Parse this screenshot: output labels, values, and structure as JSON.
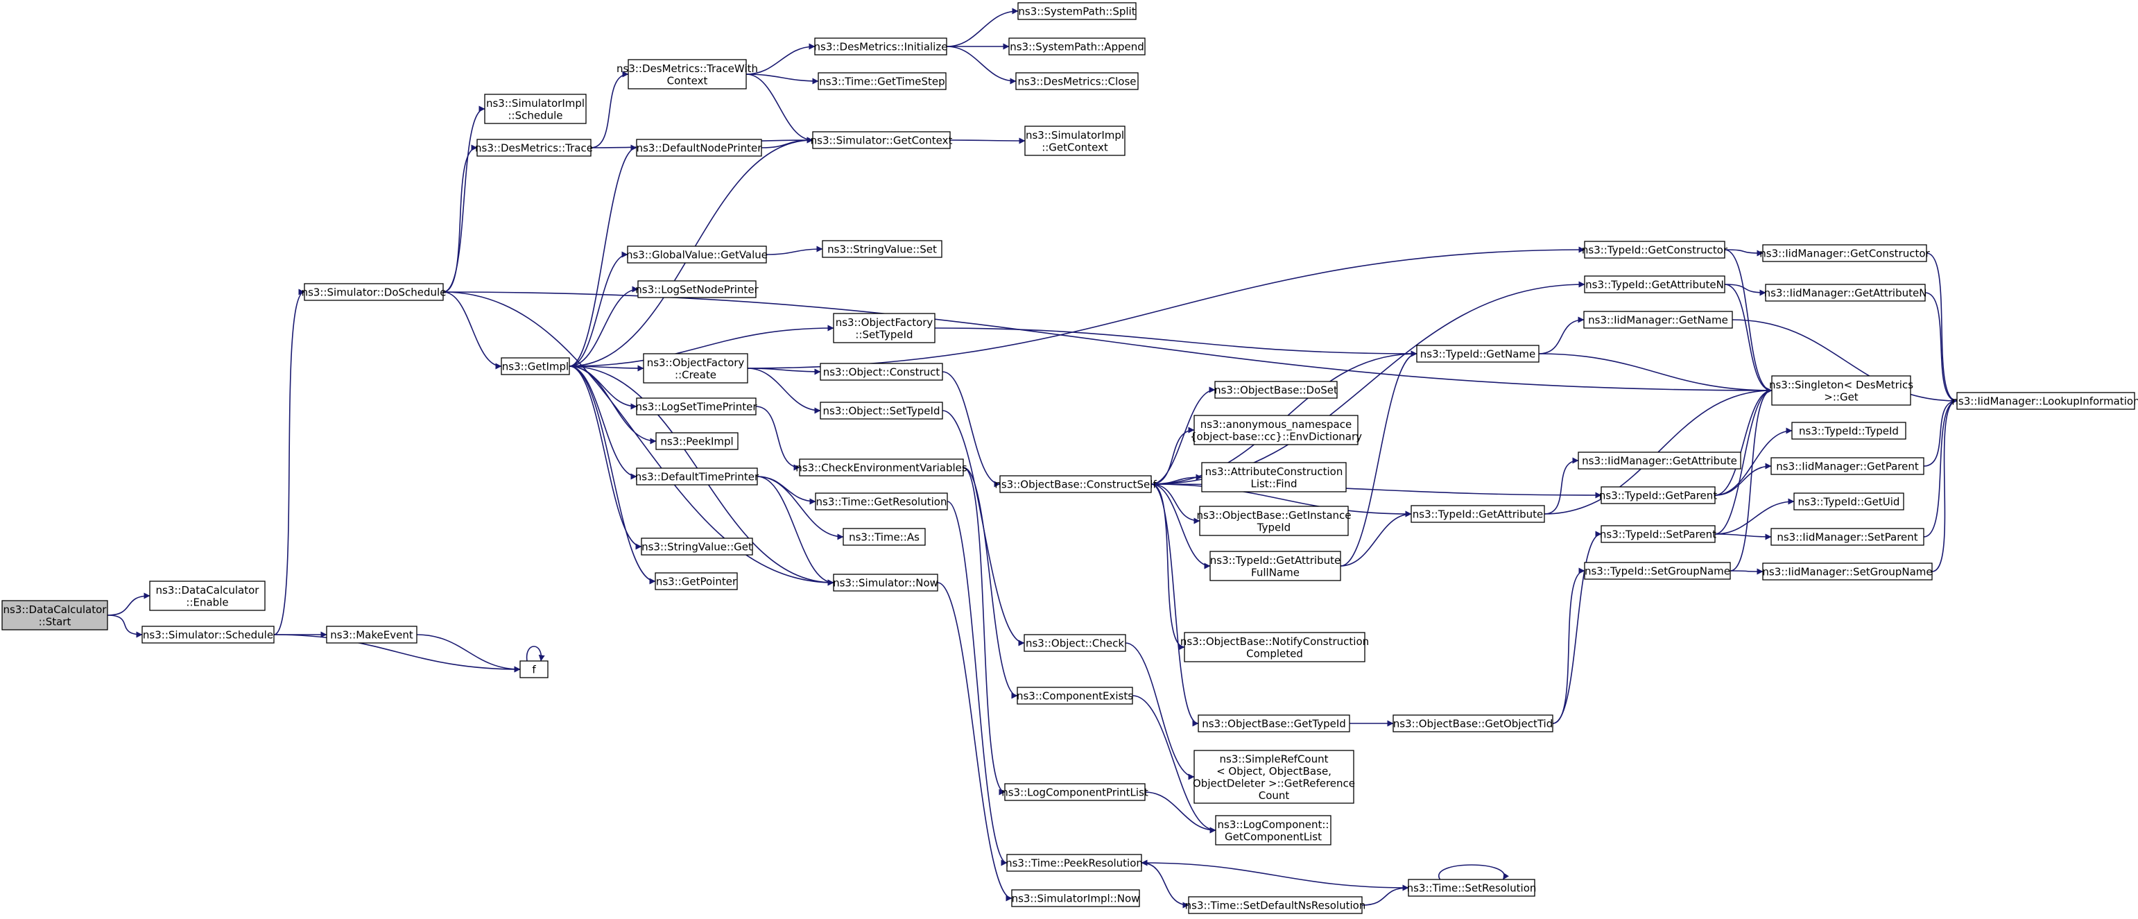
{
  "graph": {
    "title": "",
    "edge_color": "#191970",
    "root_fill": "#bfbfbf",
    "nodes": [
      {
        "id": "start",
        "lines": [
          "ns3::DataCalculator",
          "::Start"
        ],
        "root": true
      },
      {
        "id": "enable",
        "lines": [
          "ns3::DataCalculator",
          "::Enable"
        ]
      },
      {
        "id": "schedule",
        "lines": [
          "ns3::Simulator::Schedule"
        ]
      },
      {
        "id": "doschedule",
        "lines": [
          "ns3::Simulator::DoSchedule"
        ]
      },
      {
        "id": "makeevent",
        "lines": [
          "ns3::MakeEvent"
        ]
      },
      {
        "id": "f",
        "lines": [
          "f"
        ]
      },
      {
        "id": "simimplschedule",
        "lines": [
          "ns3::SimulatorImpl",
          "::Schedule"
        ]
      },
      {
        "id": "desmetricstrace",
        "lines": [
          "ns3::DesMetrics::Trace"
        ]
      },
      {
        "id": "getimpl",
        "lines": [
          "ns3::GetImpl"
        ]
      },
      {
        "id": "tracewithcontext",
        "lines": [
          "ns3::DesMetrics::TraceWith",
          "Context"
        ]
      },
      {
        "id": "defaultnodeprinter",
        "lines": [
          "ns3::DefaultNodePrinter"
        ]
      },
      {
        "id": "globalvalueget",
        "lines": [
          "ns3::GlobalValue::GetValue"
        ]
      },
      {
        "id": "logsetnodeprinter",
        "lines": [
          "ns3::LogSetNodePrinter"
        ]
      },
      {
        "id": "objfactorycreate",
        "lines": [
          "ns3::ObjectFactory",
          "::Create"
        ]
      },
      {
        "id": "logsettimeprinter",
        "lines": [
          "ns3::LogSetTimePrinter"
        ]
      },
      {
        "id": "peekimpl",
        "lines": [
          "ns3::PeekImpl"
        ]
      },
      {
        "id": "defaulttimeprinter",
        "lines": [
          "ns3::DefaultTimePrinter"
        ]
      },
      {
        "id": "stringvalueget",
        "lines": [
          "ns3::StringValue::Get"
        ]
      },
      {
        "id": "getpointer",
        "lines": [
          "ns3::GetPointer"
        ]
      },
      {
        "id": "desinit",
        "lines": [
          "ns3::DesMetrics::Initialize"
        ]
      },
      {
        "id": "gettimestep",
        "lines": [
          "ns3::Time::GetTimeStep"
        ]
      },
      {
        "id": "simgetcontext",
        "lines": [
          "ns3::Simulator::GetContext"
        ]
      },
      {
        "id": "stringvalueset",
        "lines": [
          "ns3::StringValue::Set"
        ]
      },
      {
        "id": "objfactorysettypeid",
        "lines": [
          "ns3::ObjectFactory",
          "::SetTypeId"
        ]
      },
      {
        "id": "objconstruct",
        "lines": [
          "ns3::Object::Construct"
        ]
      },
      {
        "id": "objsettypeid",
        "lines": [
          "ns3::Object::SetTypeId"
        ]
      },
      {
        "id": "checkenv",
        "lines": [
          "ns3::CheckEnvironmentVariables"
        ]
      },
      {
        "id": "timegetres",
        "lines": [
          "ns3::Time::GetResolution"
        ]
      },
      {
        "id": "timeas",
        "lines": [
          "ns3::Time::As"
        ]
      },
      {
        "id": "simnow",
        "lines": [
          "ns3::Simulator::Now"
        ]
      },
      {
        "id": "syspathsplit",
        "lines": [
          "ns3::SystemPath::Split"
        ]
      },
      {
        "id": "syspathappend",
        "lines": [
          "ns3::SystemPath::Append"
        ]
      },
      {
        "id": "desclose",
        "lines": [
          "ns3::DesMetrics::Close"
        ]
      },
      {
        "id": "simimplgetcontext",
        "lines": [
          "ns3::SimulatorImpl",
          "::GetContext"
        ]
      },
      {
        "id": "constructself",
        "lines": [
          "ns3::ObjectBase::ConstructSelf"
        ]
      },
      {
        "id": "objcheck",
        "lines": [
          "ns3::Object::Check"
        ]
      },
      {
        "id": "compexists",
        "lines": [
          "ns3::ComponentExists"
        ]
      },
      {
        "id": "logcompprintlist",
        "lines": [
          "ns3::LogComponentPrintList"
        ]
      },
      {
        "id": "timepeekres",
        "lines": [
          "ns3::Time::PeekResolution"
        ]
      },
      {
        "id": "simimplnow",
        "lines": [
          "ns3::SimulatorImpl::Now"
        ]
      },
      {
        "id": "objbasedoset",
        "lines": [
          "ns3::ObjectBase::DoSet"
        ]
      },
      {
        "id": "envdict",
        "lines": [
          "ns3::anonymous_namespace",
          "{object-base::cc}::EnvDictionary"
        ]
      },
      {
        "id": "attrconstrfind",
        "lines": [
          "ns3::AttributeConstruction",
          "List::Find"
        ]
      },
      {
        "id": "getinstancetypeid",
        "lines": [
          "ns3::ObjectBase::GetInstance",
          "TypeId"
        ]
      },
      {
        "id": "getattrfullname",
        "lines": [
          "ns3::TypeId::GetAttribute",
          "FullName"
        ]
      },
      {
        "id": "notifyconstr",
        "lines": [
          "ns3::ObjectBase::NotifyConstruction",
          "Completed"
        ]
      },
      {
        "id": "objbasegettypeid",
        "lines": [
          "ns3::ObjectBase::GetTypeId"
        ]
      },
      {
        "id": "simplerefcount",
        "lines": [
          "ns3::SimpleRefCount",
          "< Object, ObjectBase,",
          "ObjectDeleter >::GetReference",
          "Count"
        ]
      },
      {
        "id": "getcomplist",
        "lines": [
          "ns3::LogComponent::",
          "GetComponentList"
        ]
      },
      {
        "id": "timesetdefaultns",
        "lines": [
          "ns3::Time::SetDefaultNsResolution"
        ]
      },
      {
        "id": "typeidgetname",
        "lines": [
          "ns3::TypeId::GetName"
        ]
      },
      {
        "id": "typeidgetattr",
        "lines": [
          "ns3::TypeId::GetAttribute"
        ]
      },
      {
        "id": "getobjecttid",
        "lines": [
          "ns3::ObjectBase::GetObjectTid"
        ]
      },
      {
        "id": "timesetres",
        "lines": [
          "ns3::Time::SetResolution"
        ]
      },
      {
        "id": "typeidgetconstructor",
        "lines": [
          "ns3::TypeId::GetConstructor"
        ]
      },
      {
        "id": "typeidgetattrn",
        "lines": [
          "ns3::TypeId::GetAttributeN"
        ]
      },
      {
        "id": "iidgetname",
        "lines": [
          "ns3::IidManager::GetName"
        ]
      },
      {
        "id": "iidgetattr",
        "lines": [
          "ns3::IidManager::GetAttribute"
        ]
      },
      {
        "id": "typeidgetparent",
        "lines": [
          "ns3::TypeId::GetParent"
        ]
      },
      {
        "id": "typeidsetparent",
        "lines": [
          "ns3::TypeId::SetParent"
        ]
      },
      {
        "id": "typeidsetgroupname",
        "lines": [
          "ns3::TypeId::SetGroupName"
        ]
      },
      {
        "id": "iidgetconstructor",
        "lines": [
          "ns3::IidManager::GetConstructor"
        ]
      },
      {
        "id": "iidgetattrn",
        "lines": [
          "ns3::IidManager::GetAttributeN"
        ]
      },
      {
        "id": "singletonget",
        "lines": [
          "ns3::Singleton< DesMetrics",
          " >::Get"
        ]
      },
      {
        "id": "typeidtypeid",
        "lines": [
          "ns3::TypeId::TypeId"
        ]
      },
      {
        "id": "iidgetparent",
        "lines": [
          "ns3::IidManager::GetParent"
        ]
      },
      {
        "id": "typeidgetuid",
        "lines": [
          "ns3::TypeId::GetUid"
        ]
      },
      {
        "id": "iidsetparent",
        "lines": [
          "ns3::IidManager::SetParent"
        ]
      },
      {
        "id": "iidsetgroupname",
        "lines": [
          "ns3::IidManager::SetGroupName"
        ]
      },
      {
        "id": "iidlookupinfo",
        "lines": [
          "ns3::IidManager::LookupInformation"
        ]
      }
    ],
    "edges": [
      [
        "start",
        "enable"
      ],
      [
        "start",
        "schedule"
      ],
      [
        "schedule",
        "doschedule"
      ],
      [
        "schedule",
        "makeevent"
      ],
      [
        "schedule",
        "f"
      ],
      [
        "makeevent",
        "f"
      ],
      [
        "f",
        "f"
      ],
      [
        "doschedule",
        "simimplschedule"
      ],
      [
        "doschedule",
        "desmetricstrace"
      ],
      [
        "doschedule",
        "getimpl"
      ],
      [
        "doschedule",
        "singletonget"
      ],
      [
        "doschedule",
        "simnow"
      ],
      [
        "desmetricstrace",
        "tracewithcontext"
      ],
      [
        "desmetricstrace",
        "simgetcontext"
      ],
      [
        "tracewithcontext",
        "desinit"
      ],
      [
        "tracewithcontext",
        "gettimestep"
      ],
      [
        "tracewithcontext",
        "simgetcontext"
      ],
      [
        "desinit",
        "syspathsplit"
      ],
      [
        "desinit",
        "syspathappend"
      ],
      [
        "desinit",
        "desclose"
      ],
      [
        "simgetcontext",
        "simimplgetcontext"
      ],
      [
        "defaultnodeprinter",
        "simgetcontext"
      ],
      [
        "getimpl",
        "defaultnodeprinter"
      ],
      [
        "getimpl",
        "simgetcontext"
      ],
      [
        "getimpl",
        "globalvalueget"
      ],
      [
        "getimpl",
        "logsetnodeprinter"
      ],
      [
        "getimpl",
        "objfactorysettypeid"
      ],
      [
        "getimpl",
        "objfactorycreate"
      ],
      [
        "getimpl",
        "logsettimeprinter"
      ],
      [
        "getimpl",
        "peekimpl"
      ],
      [
        "getimpl",
        "defaulttimeprinter"
      ],
      [
        "getimpl",
        "stringvalueget"
      ],
      [
        "getimpl",
        "getpointer"
      ],
      [
        "getimpl",
        "simnow"
      ],
      [
        "globalvalueget",
        "stringvalueset"
      ],
      [
        "objfactorysettypeid",
        "typeidgetname"
      ],
      [
        "objfactorycreate",
        "objconstruct"
      ],
      [
        "objfactorycreate",
        "objsettypeid"
      ],
      [
        "objfactorycreate",
        "typeidgetconstructor"
      ],
      [
        "objconstruct",
        "constructself"
      ],
      [
        "objsettypeid",
        "objcheck"
      ],
      [
        "logsettimeprinter",
        "checkenv"
      ],
      [
        "checkenv",
        "compexists"
      ],
      [
        "checkenv",
        "logcompprintlist"
      ],
      [
        "defaulttimeprinter",
        "timegetres"
      ],
      [
        "defaulttimeprinter",
        "timeas"
      ],
      [
        "defaulttimeprinter",
        "simnow"
      ],
      [
        "timegetres",
        "timepeekres"
      ],
      [
        "simnow",
        "simimplnow"
      ],
      [
        "objcheck",
        "simplerefcount"
      ],
      [
        "compexists",
        "getcomplist"
      ],
      [
        "logcompprintlist",
        "getcomplist"
      ],
      [
        "timepeekres",
        "timesetdefaultns"
      ],
      [
        "timesetdefaultns",
        "timesetres"
      ],
      [
        "timesetres",
        "timepeekres"
      ],
      [
        "timesetres",
        "timesetres"
      ],
      [
        "constructself",
        "typeidgetattrn"
      ],
      [
        "constructself",
        "typeidgetname"
      ],
      [
        "constructself",
        "objbasedoset"
      ],
      [
        "constructself",
        "envdict"
      ],
      [
        "constructself",
        "attrconstrfind"
      ],
      [
        "constructself",
        "getinstancetypeid"
      ],
      [
        "constructself",
        "getattrfullname"
      ],
      [
        "constructself",
        "typeidgetattr"
      ],
      [
        "constructself",
        "notifyconstr"
      ],
      [
        "constructself",
        "objbasegettypeid"
      ],
      [
        "constructself",
        "typeidgetparent"
      ],
      [
        "getattrfullname",
        "typeidgetattr"
      ],
      [
        "getattrfullname",
        "typeidgetname"
      ],
      [
        "objbasegettypeid",
        "getobjecttid"
      ],
      [
        "getobjecttid",
        "typeidsetparent"
      ],
      [
        "getobjecttid",
        "typeidsetgroupname"
      ],
      [
        "typeidgetname",
        "iidgetname"
      ],
      [
        "typeidgetname",
        "singletonget"
      ],
      [
        "typeidgetattr",
        "iidgetattr"
      ],
      [
        "typeidgetattr",
        "singletonget"
      ],
      [
        "typeidgetconstructor",
        "iidgetconstructor"
      ],
      [
        "typeidgetconstructor",
        "singletonget"
      ],
      [
        "typeidgetattrn",
        "iidgetattrn"
      ],
      [
        "typeidgetattrn",
        "singletonget"
      ],
      [
        "typeidgetparent",
        "iidgetparent"
      ],
      [
        "typeidgetparent",
        "singletonget"
      ],
      [
        "typeidgetparent",
        "typeidtypeid"
      ],
      [
        "typeidsetparent",
        "iidsetparent"
      ],
      [
        "typeidsetparent",
        "singletonget"
      ],
      [
        "typeidsetparent",
        "typeidgetuid"
      ],
      [
        "typeidsetgroupname",
        "iidsetgroupname"
      ],
      [
        "typeidsetgroupname",
        "singletonget"
      ],
      [
        "iidgetname",
        "iidlookupinfo"
      ],
      [
        "iidgetconstructor",
        "iidlookupinfo"
      ],
      [
        "iidgetattrn",
        "iidlookupinfo"
      ],
      [
        "iidgetparent",
        "iidlookupinfo"
      ],
      [
        "iidsetparent",
        "iidlookupinfo"
      ],
      [
        "iidsetgroupname",
        "iidlookupinfo"
      ]
    ]
  }
}
